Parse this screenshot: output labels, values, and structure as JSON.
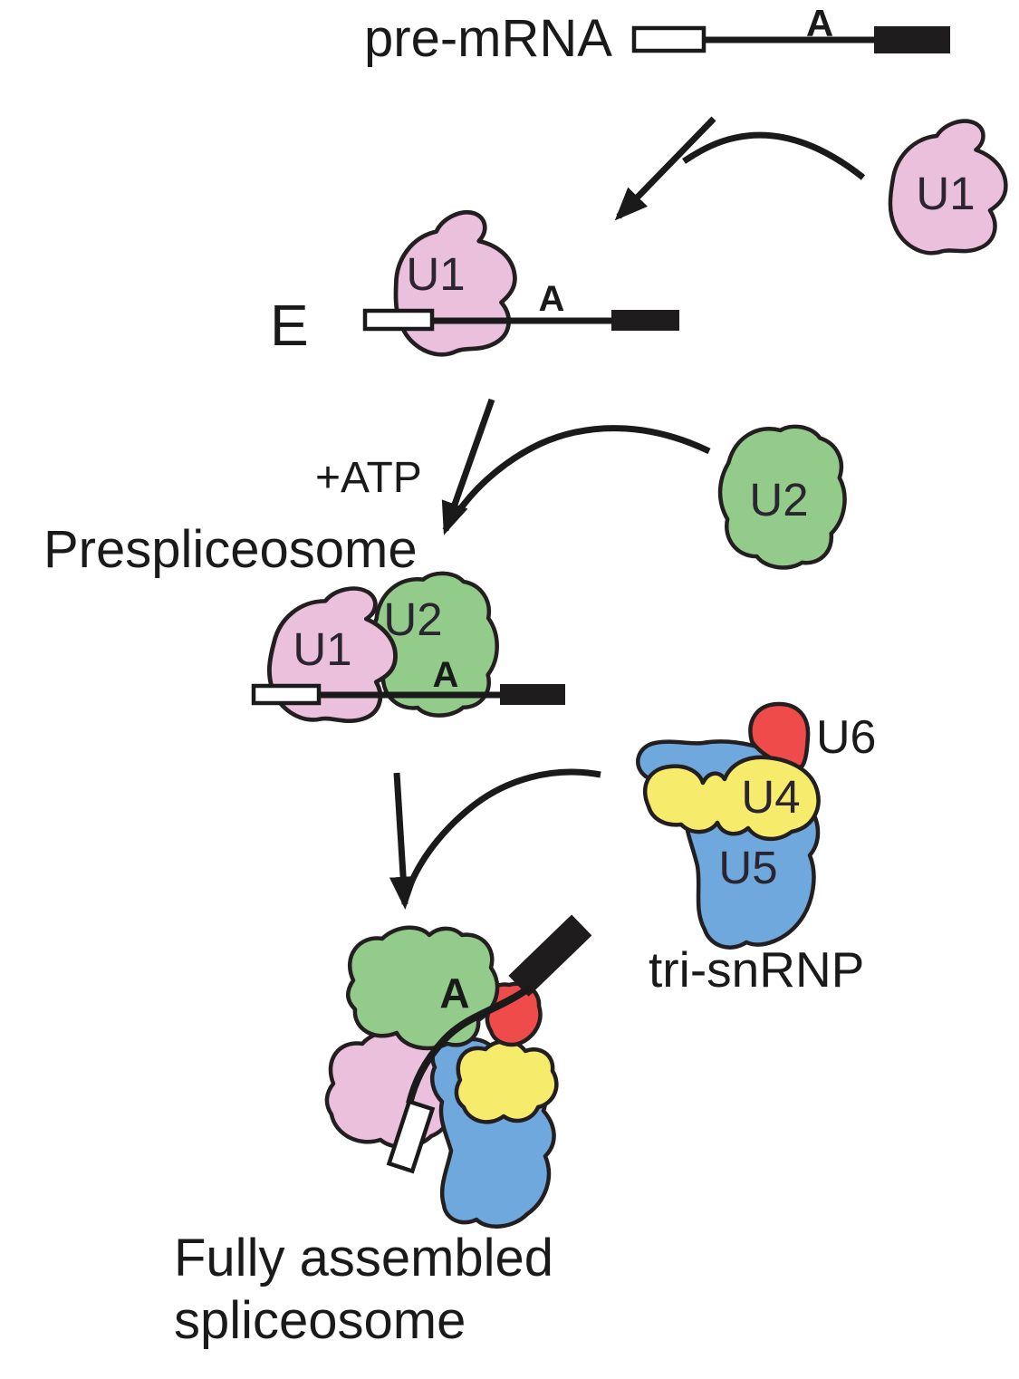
{
  "labels": {
    "pre_mrna": "pre-mRNA",
    "branch_point": "A",
    "e_complex": "E",
    "atp": "+ATP",
    "prespliceosome": "Prespliceosome",
    "tri_snrnp": "tri-snRNP",
    "fully_assembled_line1": "Fully assembled",
    "fully_assembled_line2": "spliceosome"
  },
  "snrnps": {
    "u1": "U1",
    "u2": "U2",
    "u4": "U4",
    "u5": "U5",
    "u6": "U6"
  },
  "colors": {
    "u1_fill": "#EBC0DC",
    "u2_fill": "#93CB8B",
    "u4_fill": "#F6EB6B",
    "u5_fill": "#6FA8DC",
    "u6_fill": "#EF4B4A",
    "u6_label": "#E32028",
    "atp_label": "#EC1E7E",
    "ink": "#1A1A1A"
  }
}
